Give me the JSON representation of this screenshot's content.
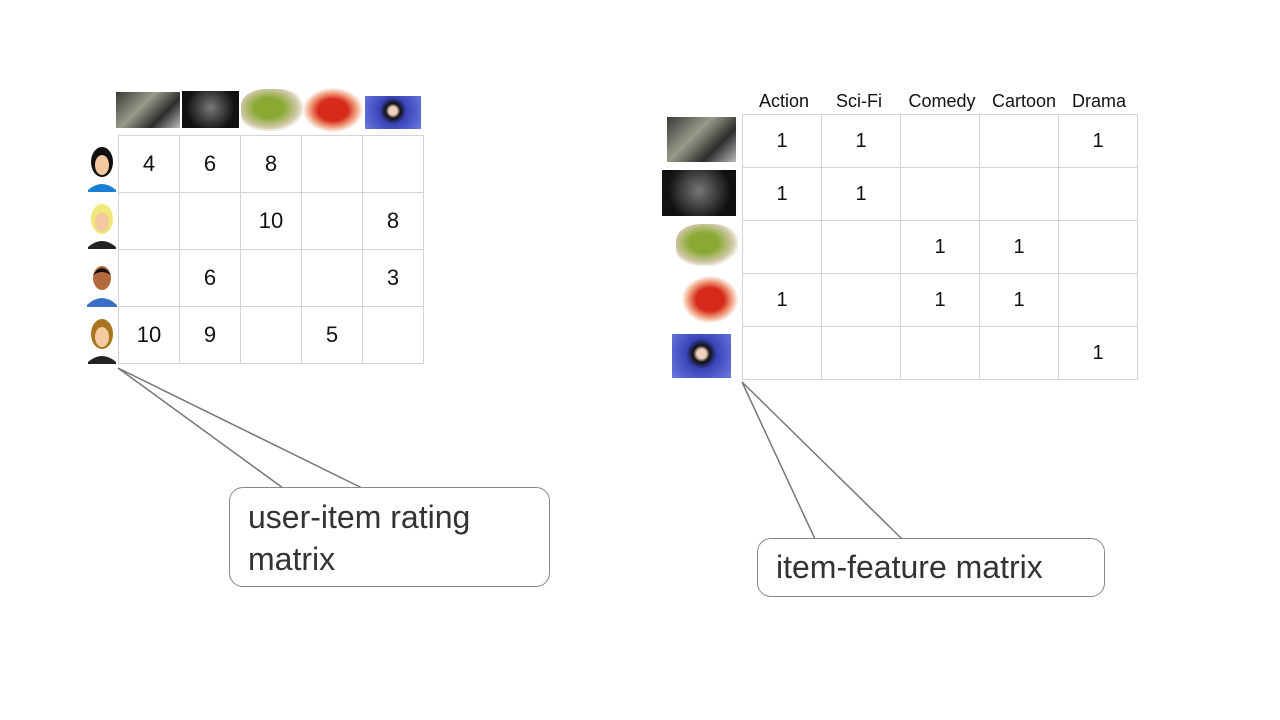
{
  "rating_matrix": {
    "rows": [
      [
        "4",
        "6",
        "8",
        "",
        ""
      ],
      [
        "",
        "",
        "10",
        "",
        "8"
      ],
      [
        "",
        "6",
        "",
        "",
        "3"
      ],
      [
        "10",
        "9",
        "",
        "5",
        ""
      ]
    ],
    "users": [
      "user-woman-dark-hair",
      "user-woman-blonde",
      "user-man",
      "user-woman-brown-hair"
    ],
    "movies": [
      "star-wars",
      "dark-knight-rises",
      "shrek",
      "incredibles",
      "amelie-poster"
    ],
    "callout": "user-item rating matrix"
  },
  "feature_matrix": {
    "headers": [
      "Action",
      "Sci-Fi",
      "Comedy",
      "Cartoon",
      "Drama"
    ],
    "rows": [
      [
        "1",
        "1",
        "",
        "",
        "1"
      ],
      [
        "1",
        "1",
        "",
        "",
        ""
      ],
      [
        "",
        "",
        "1",
        "1",
        ""
      ],
      [
        "1",
        "",
        "1",
        "1",
        ""
      ],
      [
        "",
        "",
        "",
        "",
        "1"
      ]
    ],
    "callout": "item-feature matrix"
  },
  "colors": {
    "grid": "#d4d4d4",
    "callout_border": "#888888",
    "text": "#111111"
  }
}
